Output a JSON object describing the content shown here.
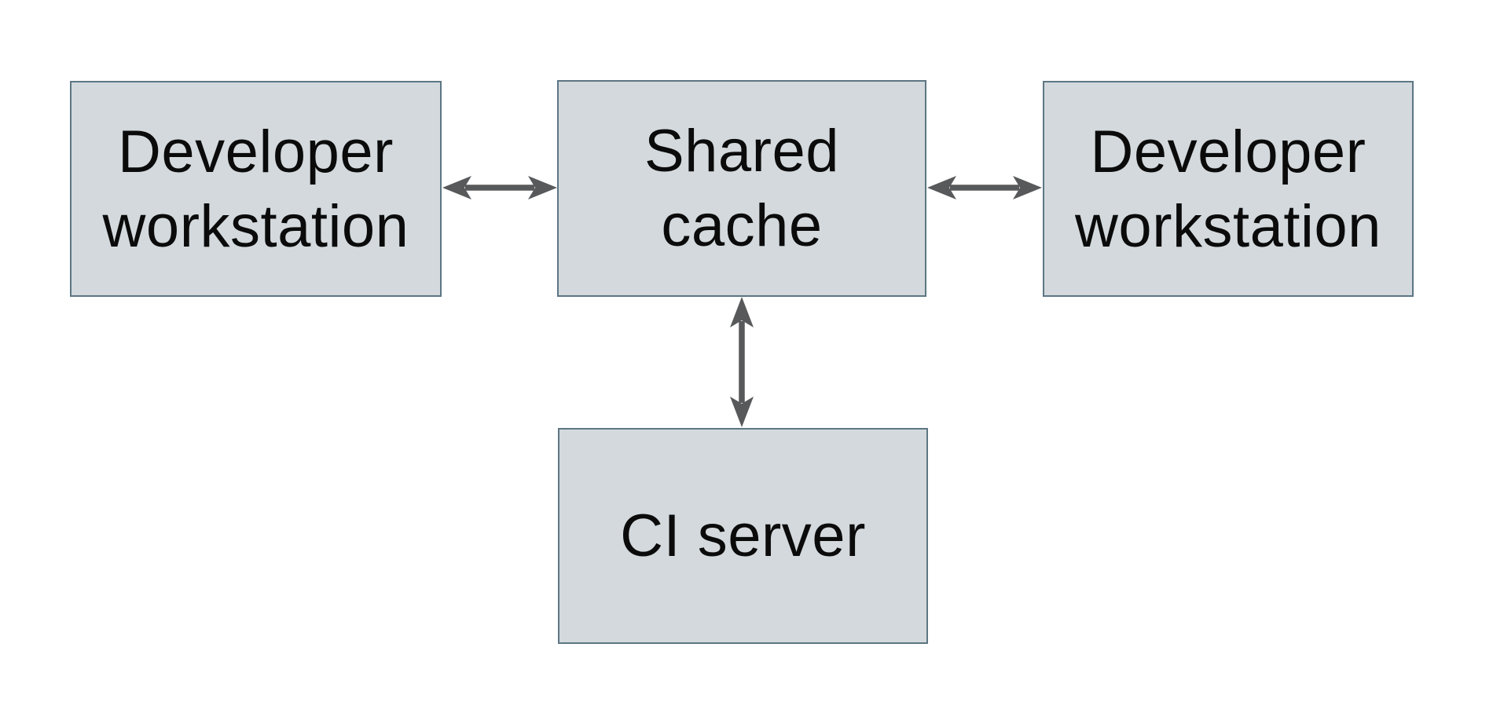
{
  "diagram": {
    "description": "Shared cache topology diagram",
    "colors": {
      "background": "#ffffff",
      "node_fill": "#d3d9dc",
      "node_border": "#5d7683",
      "arrow": "#58595a",
      "text": "#0b0b0b"
    },
    "nodes": {
      "workstation_left": {
        "label": "Developer workstation",
        "lines": [
          "Developer",
          "workstation"
        ]
      },
      "shared_cache": {
        "label": "Shared cache",
        "lines": [
          "Shared",
          "cache"
        ]
      },
      "workstation_right": {
        "label": "Developer workstation",
        "lines": [
          "Developer",
          "workstation"
        ]
      },
      "ci_server": {
        "label": "CI server",
        "lines": [
          "CI server"
        ]
      }
    },
    "edges": [
      {
        "from": "workstation_left",
        "to": "shared_cache",
        "direction": "bidirectional"
      },
      {
        "from": "shared_cache",
        "to": "workstation_right",
        "direction": "bidirectional"
      },
      {
        "from": "shared_cache",
        "to": "ci_server",
        "direction": "bidirectional"
      }
    ]
  }
}
